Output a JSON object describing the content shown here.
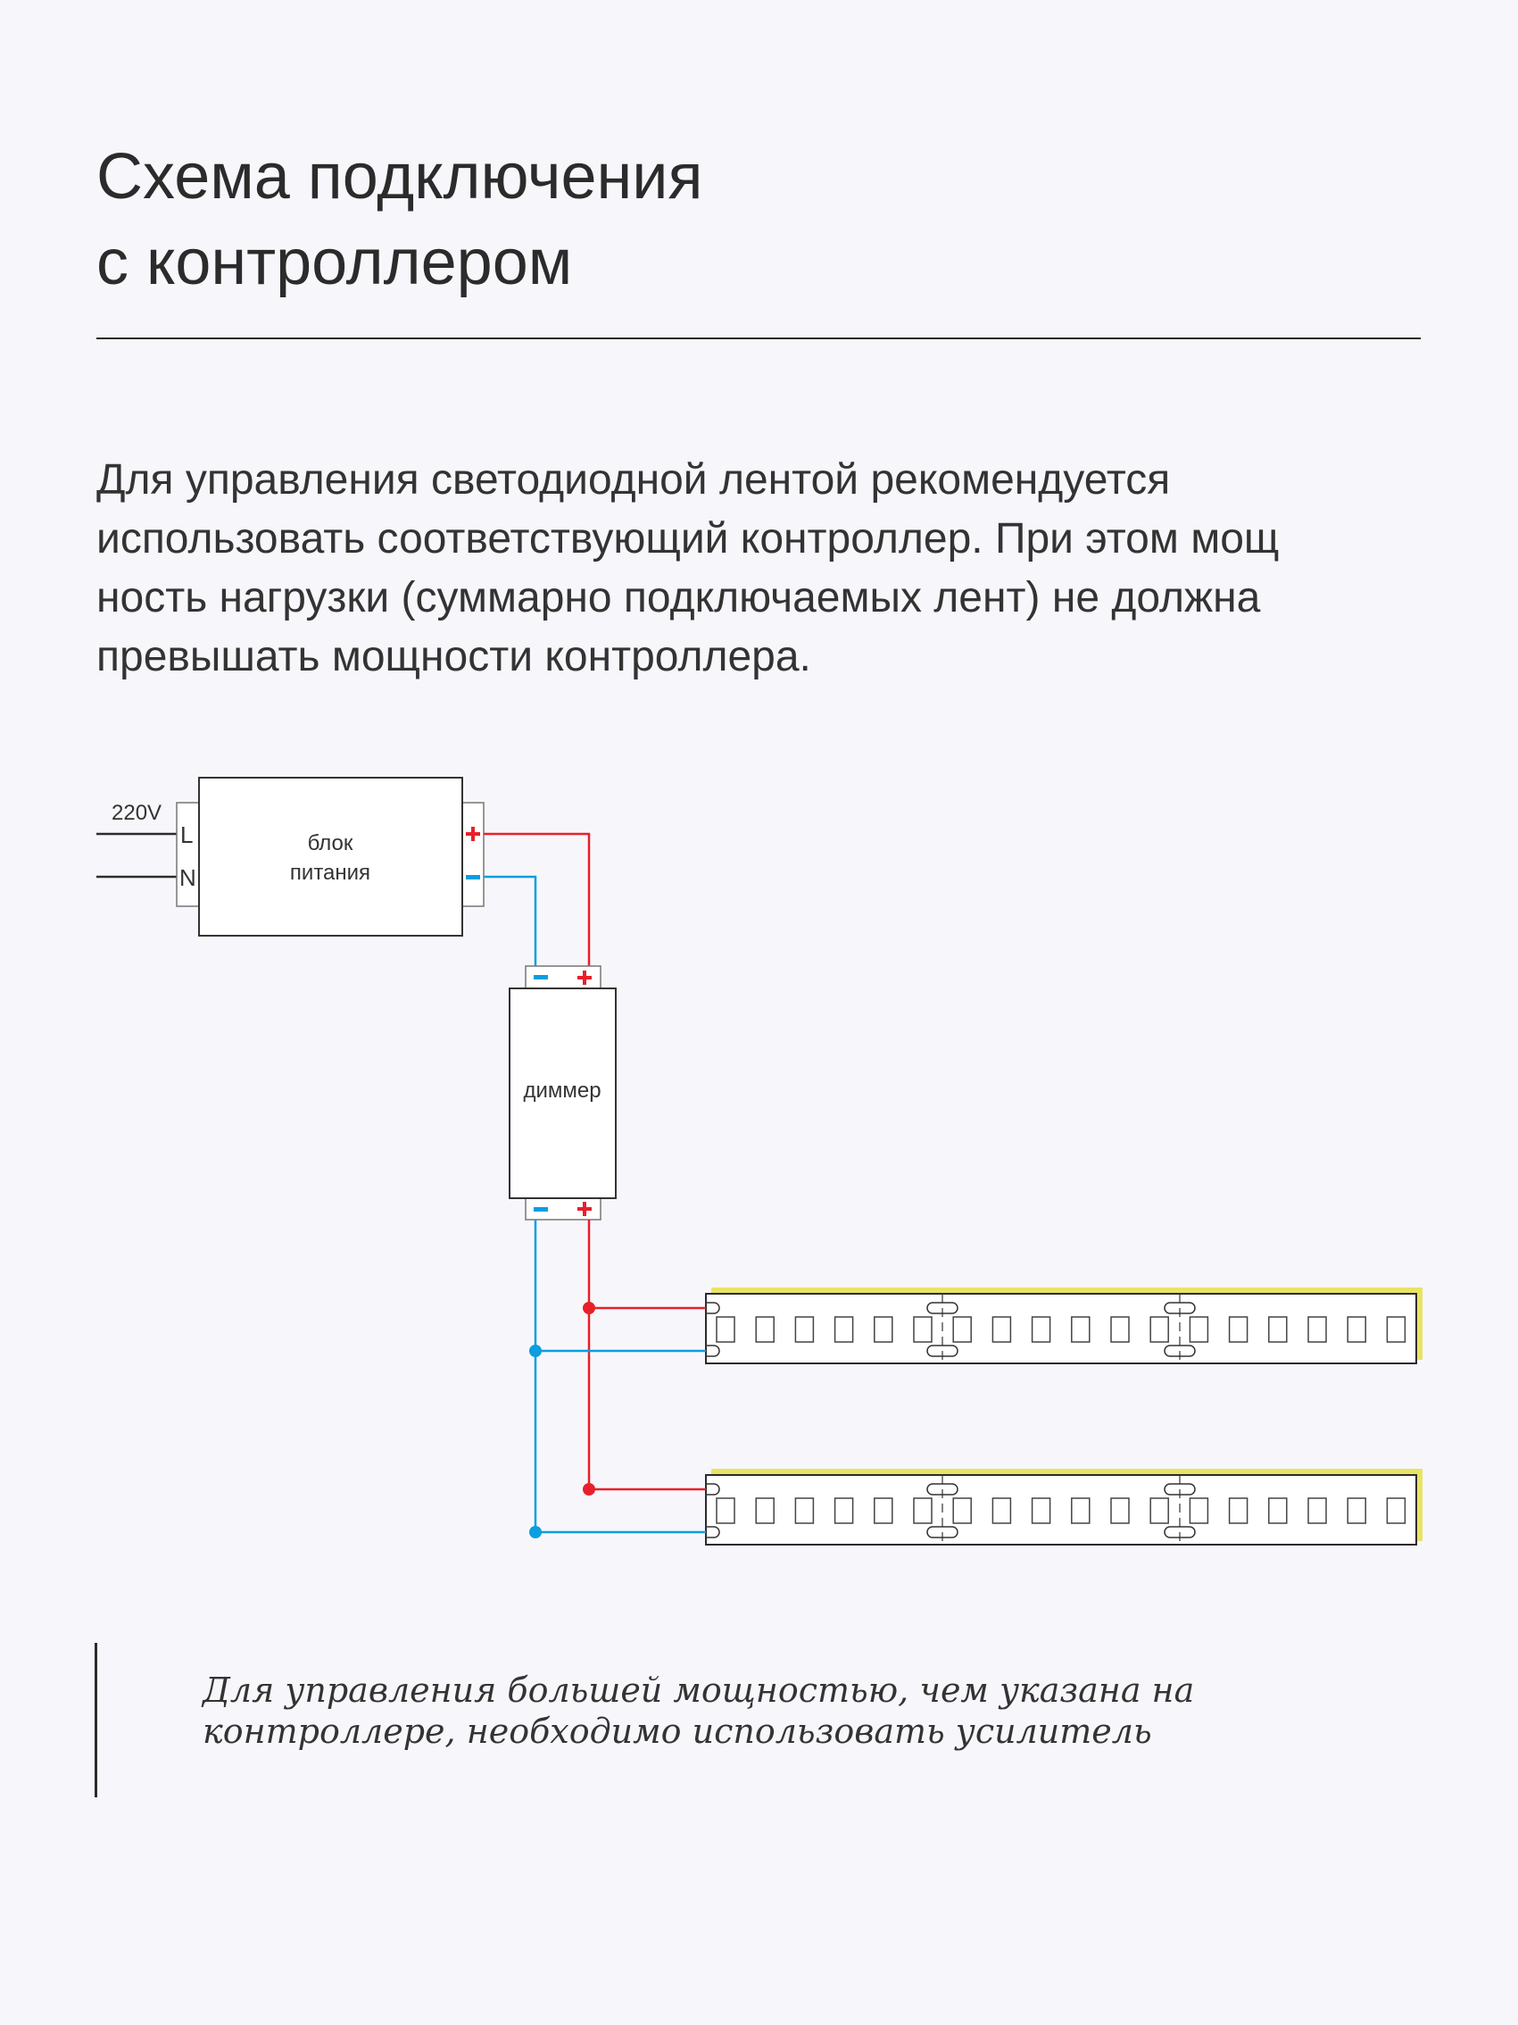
{
  "title": {
    "line1": "Схема подключения",
    "line2": "с контроллером"
  },
  "description": [
    "Для управления светодиодной лентой рекомендуется",
    "использовать соответствующий контроллер. При этом мощ",
    "ность нагрузки (суммарно подключаемых лент) не должна",
    "превышать мощности контроллера."
  ],
  "diagram": {
    "input_voltage": "220V",
    "terminal_l": "L",
    "terminal_n": "N",
    "psu_label_line1": "блок",
    "psu_label_line2": "питания",
    "dimmer_label": "диммер",
    "plus": "+",
    "minus": "−",
    "colors": {
      "positive": "#e8202a",
      "negative": "#0b9ee0",
      "strip_glow": "#e9e463",
      "line": "#2b2b2b"
    },
    "strip_count": 2,
    "leds_per_strip": 18
  },
  "note": [
    "Для управления большей мощностью, чем указана на",
    "контроллере, необходимо использовать усилитель"
  ]
}
